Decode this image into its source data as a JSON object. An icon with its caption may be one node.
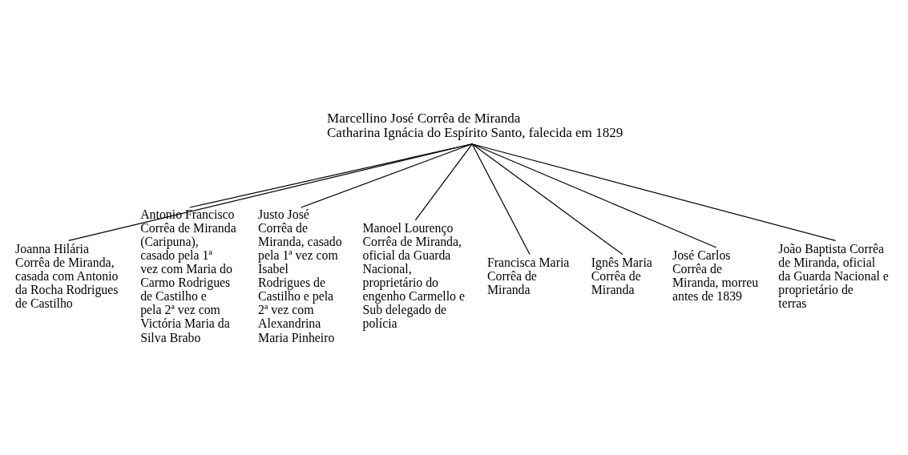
{
  "diagram": {
    "nodes": [
      {
        "text": [
          "Marcellino José Corrêa de Miranda",
          "Catharina Ignácia do Espírito Santo, falecida em 1829"
        ]
      },
      {
        "text": [
          "Joanna Hilária Corrêa de Miranda, casada com Antonio da Rocha Rodrigues de Castilho"
        ]
      },
      {
        "text": [
          "Antonio Francisco Corrêa de Miranda (Caripuna), casado pela 1ª vez com Maria do Carmo Rodrigues de Castilho e pela 2ª vez com Victória Maria da Silva Brabo"
        ]
      },
      {
        "text": [
          "Justo José Corrêa de Miranda, casado pela 1ª vez com Isabel Rodrigues de Castilho e pela 2ª vez com Alexandrina Maria Pinheiro"
        ]
      },
      {
        "text": [
          "Manoel Lourenço Corrêa de Miranda, oficial da Guarda Nacional, proprietário do engenho Carmello e Sub delegado de polícia"
        ]
      },
      {
        "text": [
          "Francisca Maria Corrêa de Miranda"
        ]
      },
      {
        "text": [
          "Ignês Maria Corrêa de Miranda"
        ]
      },
      {
        "text": [
          "José Carlos Corrêa de Miranda, morreu antes de 1839"
        ]
      },
      {
        "text": [
          "João Baptista Corrêa de Miranda, oficial da Guarda Nacional e proprietário de terras"
        ]
      }
    ],
    "edges": [
      {
        "from": 0,
        "to": 1,
        "arrow": "none"
      },
      {
        "from": 0,
        "to": 2,
        "arrow": "none"
      },
      {
        "from": 0,
        "to": 3,
        "arrow": "none"
      },
      {
        "from": 0,
        "to": 4,
        "arrow": "none"
      },
      {
        "from": 0,
        "to": 5,
        "arrow": "none"
      },
      {
        "from": 0,
        "to": 6,
        "arrow": "none"
      },
      {
        "from": 0,
        "to": 7,
        "arrow": "none"
      },
      {
        "from": 0,
        "to": 8,
        "arrow": "none"
      }
    ]
  }
}
